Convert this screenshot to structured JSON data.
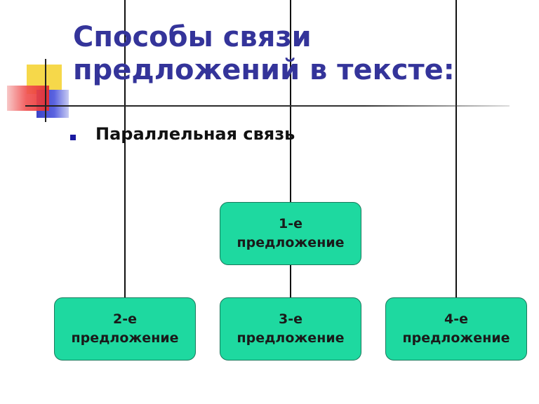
{
  "title": "Способы связи предложений в тексте:",
  "bullet": "Параллельная связь",
  "boxes": {
    "first": "1-е\nпредложение",
    "second": "2-е\nпредложение",
    "third": "3-е\nпредложение",
    "fourth": "4-е\nпредложение"
  },
  "colors": {
    "title": "#34349a",
    "box_fill": "#1ed9a0",
    "bullet": "#1a1aa0"
  }
}
